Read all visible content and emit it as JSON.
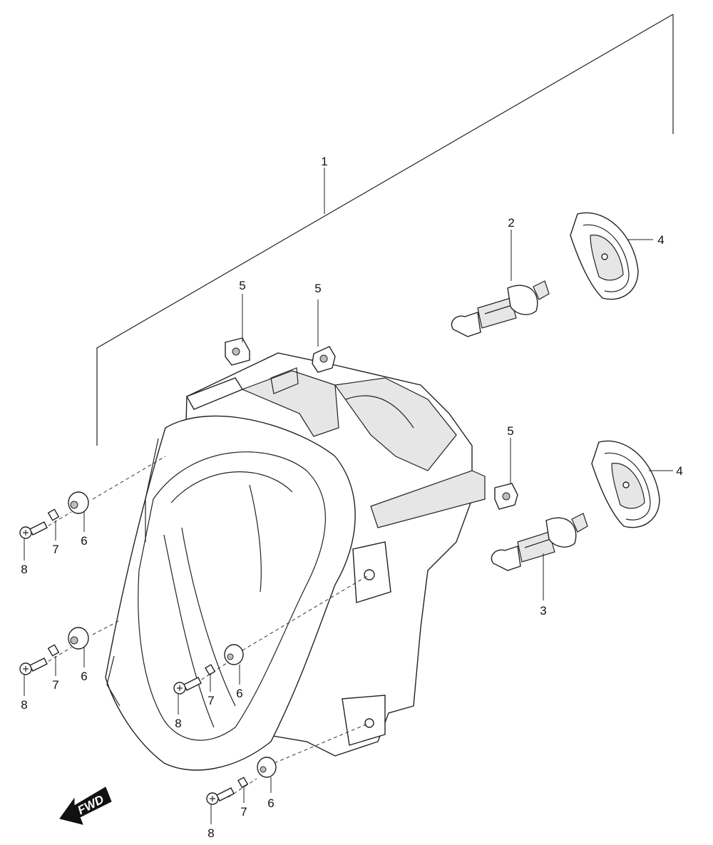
{
  "diagram": {
    "callouts": {
      "assembly": "1",
      "bulb_upper": "2",
      "bulb_lower": "3",
      "cap_upper": "4",
      "cap_lower": "4",
      "clip_left": "5",
      "clip_center": "5",
      "clip_right": "5",
      "grommet_1": "6",
      "grommet_2": "6",
      "grommet_3": "6",
      "grommet_4": "6",
      "collar_1": "7",
      "collar_2": "7",
      "collar_3": "7",
      "collar_4": "7",
      "screw_1": "8",
      "screw_2": "8",
      "screw_3": "8",
      "screw_4": "8"
    },
    "direction_arrow": {
      "label": "FWD",
      "icon": "forward-arrow-icon"
    },
    "colors": {
      "line": "#222222",
      "fill": "#ffffff",
      "shade": "#e6e6e6"
    }
  }
}
